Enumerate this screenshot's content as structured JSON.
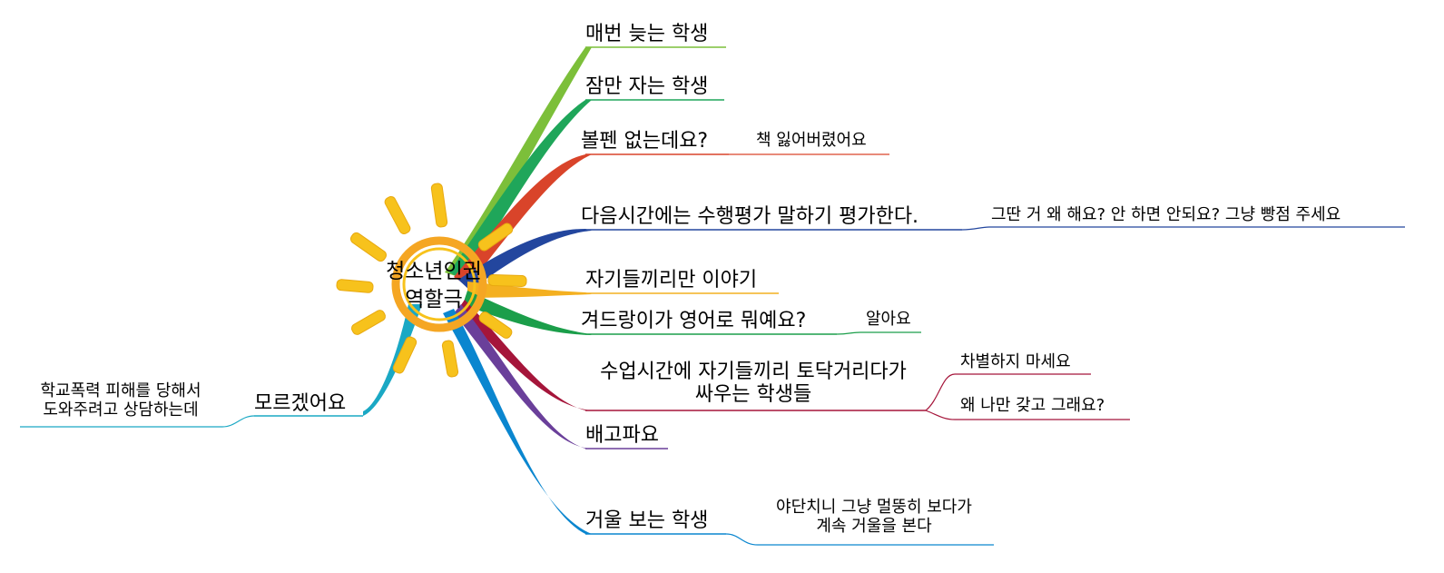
{
  "center": {
    "line1": "청소년인권",
    "line2": "역할극"
  },
  "colors": {
    "sun_ring": "#f5a623",
    "sun_ray": "#f7c21c",
    "b1": "#7cbf3a",
    "b2": "#1fa65a",
    "b3": "#d9442a",
    "b4": "#23469e",
    "b5": "#f4b020",
    "b6": "#1b9e4a",
    "b7": "#a5153a",
    "b8": "#6a3f9a",
    "b9": "#0a86cf",
    "b10": "#1aa8c4"
  },
  "branches": [
    {
      "label": "매번 늦는 학생"
    },
    {
      "label": "잠만 자는 학생"
    },
    {
      "label": "볼펜 없는데요?",
      "child": "책 잃어버렸어요"
    },
    {
      "label": "다음시간에는 수행평가 말하기 평가한다.",
      "child": "그딴 거 왜 해요? 안 하면 안되요? 그냥 빵점 주세요"
    },
    {
      "label": "자기들끼리만 이야기"
    },
    {
      "label": "겨드랑이가 영어로 뭐예요?",
      "child": "알아요"
    },
    {
      "label_line1": "수업시간에 자기들끼리 토닥거리다가",
      "label_line2": "싸우는 학생들",
      "child1": "차별하지 마세요",
      "child2": "왜 나만 갖고 그래요?"
    },
    {
      "label": "배고파요"
    },
    {
      "label": "거울 보는 학생",
      "child_line1": "야단치니 그냥 멀뚱히 보다가",
      "child_line2": "계속 거울을 본다"
    },
    {
      "label": "모르겠어요",
      "child_line1": "학교폭력 피해를 당해서",
      "child_line2": "도와주려고 상담하는데"
    }
  ]
}
